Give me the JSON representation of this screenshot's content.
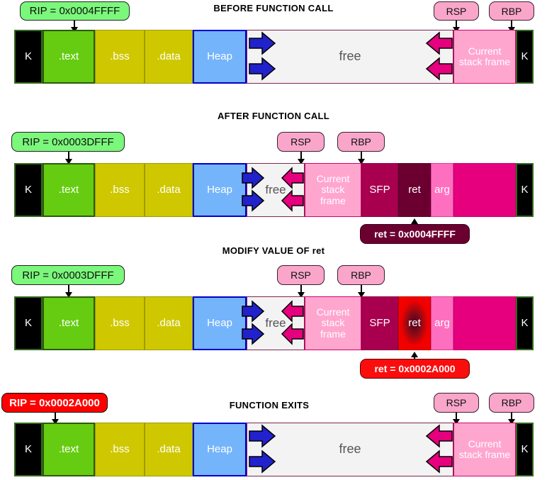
{
  "segments": {
    "kernel": "K",
    "text": ".text",
    "bss": ".bss",
    "data": ".data",
    "heap": "Heap",
    "free": "free",
    "current_stack_frame": "Current stack frame",
    "sfp": "SFP",
    "ret": "ret",
    "arg": "arg"
  },
  "pointers": {
    "rsp": "RSP",
    "rbp": "RBP"
  },
  "colors": {
    "kernel": "#000000",
    "text": "#66cc11",
    "bss_data": "#cfc800",
    "heap": "#74b4fb",
    "free": "#f4f3f4",
    "current_stack_frame": "#ffa6cf",
    "sfp": "#a8004f",
    "ret": "#6b0030",
    "ret_modified": "#f20000",
    "arg": "#ff6fc0",
    "stack_rest": "#e6007e",
    "heap_arrow": "#2222cc",
    "stack_arrow": "#e6007e",
    "rip_normal": "#7bf77b",
    "rip_hijacked": "#ff0000"
  },
  "panels": [
    {
      "id": "before-function-call",
      "title": "BEFORE FUNCTION CALL",
      "rip_label": "RIP = 0x0004FFFF",
      "rip_style": "green"
    },
    {
      "id": "after-function-call",
      "title": "AFTER FUNCTION CALL",
      "rip_label": "RIP = 0x0003DFFF",
      "rip_style": "green",
      "ret_label": "ret = 0x0004FFFF",
      "ret_style": "darkred"
    },
    {
      "id": "modify-value-of-ret",
      "title": "MODIFY VALUE OF ret",
      "rip_label": "RIP = 0x0003DFFF",
      "rip_style": "green",
      "ret_label": "ret = 0x0002A000",
      "ret_style": "brightred"
    },
    {
      "id": "function-exits",
      "title": "FUNCTION EXITS",
      "rip_label": "RIP = 0x0002A000",
      "rip_style": "red"
    }
  ]
}
